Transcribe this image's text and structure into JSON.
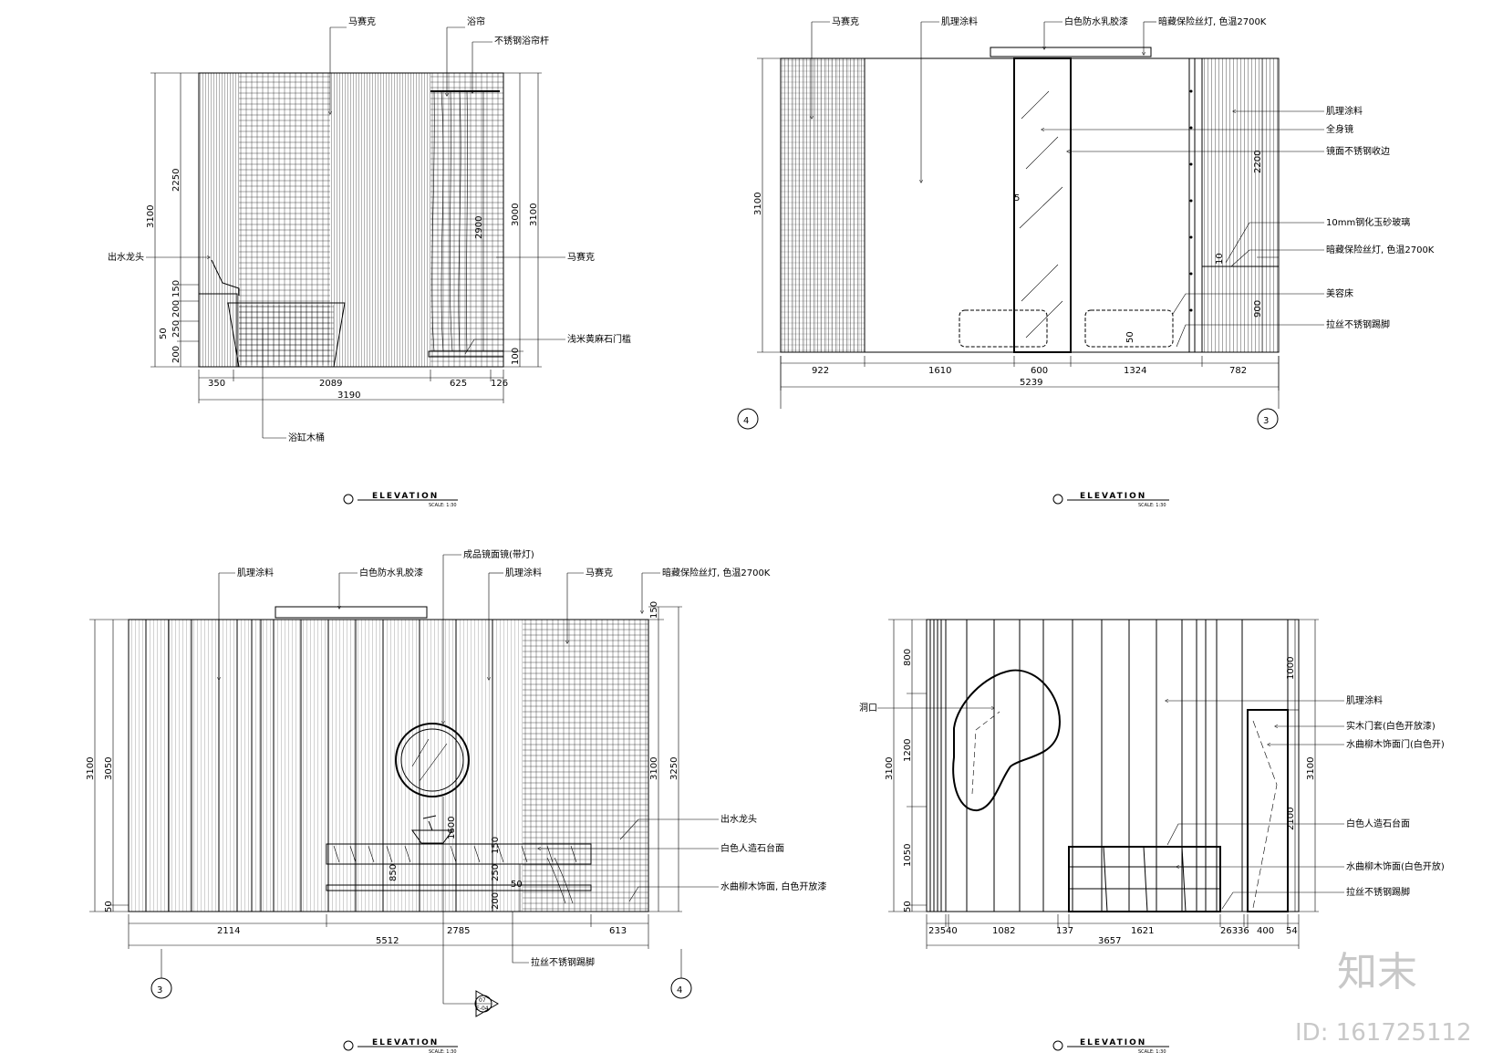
{
  "watermark": {
    "logo": "知末",
    "id": "ID: 161725112"
  },
  "drawings": [
    {
      "title": "ELEVATION",
      "scale": "SCALE: 1:30",
      "labels": {
        "mosaic_top": "马赛克",
        "curtain": "浴帘",
        "rod": "不锈钢浴帘杆",
        "mosaic_right": "马赛克",
        "faucet": "出水龙头",
        "threshold": "浅米黄麻石门槛",
        "tub": "浴缸木桶"
      },
      "dims": {
        "bottom": [
          "350",
          "2089",
          "625",
          "126"
        ],
        "total": "3190",
        "left": [
          "3100",
          "2250",
          "150",
          "200",
          "250",
          "50",
          "200"
        ],
        "right": [
          "3000",
          "3100",
          "100"
        ],
        "inner": "2900"
      }
    },
    {
      "title": "ELEVATION",
      "scale": "SCALE: 1:30",
      "labels": {
        "mosaic": "马赛克",
        "texture": "肌理涂料",
        "latex": "白色防水乳胶漆",
        "lamp": "暗藏保险丝灯, 色温2700K",
        "texture_r": "肌理涂料",
        "mirror": "全身镜",
        "trim": "镜面不锈钢收边",
        "glass": "10mm钢化玉砂玻璃",
        "lamp2": "暗藏保险丝灯, 色温2700K",
        "bed": "美容床",
        "skirting": "拉丝不锈钢踢脚"
      },
      "dims": {
        "bottom": [
          "922",
          "1610",
          "600",
          "1324",
          "782"
        ],
        "total": "5239",
        "left": "3100",
        "right": [
          "2200",
          "10",
          "900"
        ],
        "mirror": "5",
        "bed": "50"
      },
      "markers": [
        "4",
        "3"
      ]
    },
    {
      "title": "ELEVATION",
      "scale": "SCALE: 1:30",
      "labels": {
        "texture1": "肌理涂料",
        "latex": "白色防水乳胶漆",
        "mirror": "成品镜面镜(带灯)",
        "texture2": "肌理涂料",
        "mosaic": "马赛克",
        "lamp": "暗藏保险丝灯, 色温2700K",
        "faucet": "出水龙头",
        "counter": "白色人造石台面",
        "wood": "水曲柳木饰面, 白色开放漆",
        "skirting": "拉丝不锈钢踢脚"
      },
      "dims": {
        "bottom": [
          "2114",
          "2785",
          "613"
        ],
        "total": "5512",
        "left": [
          "3100",
          "3050",
          "50"
        ],
        "right": [
          "150",
          "3100",
          "3250"
        ],
        "inner": [
          "1600",
          "150",
          "250",
          "850",
          "200",
          "50"
        ]
      },
      "markers": [
        "3",
        "4"
      ],
      "callout": {
        "num": "07",
        "ref": "E-04"
      }
    },
    {
      "title": "ELEVATION",
      "scale": "SCALE: 1:30",
      "labels": {
        "opening": "洞口",
        "texture": "肌理涂料",
        "door": "实木门套(白色开放漆)",
        "doorleaf": "水曲柳木饰面门(白色开)",
        "counter": "白色人造石台面",
        "wood": "水曲柳木饰面(白色开放)",
        "skirting": "拉丝不锈钢踢脚"
      },
      "dims": {
        "bottom": [
          "235",
          "40",
          "1082",
          "137",
          "1621",
          "263",
          "36",
          "400",
          "54"
        ],
        "total": "3657",
        "left": [
          "3100",
          "800",
          "1200",
          "1050",
          "50"
        ],
        "right": [
          "1000",
          "3100",
          "2100"
        ]
      }
    }
  ]
}
